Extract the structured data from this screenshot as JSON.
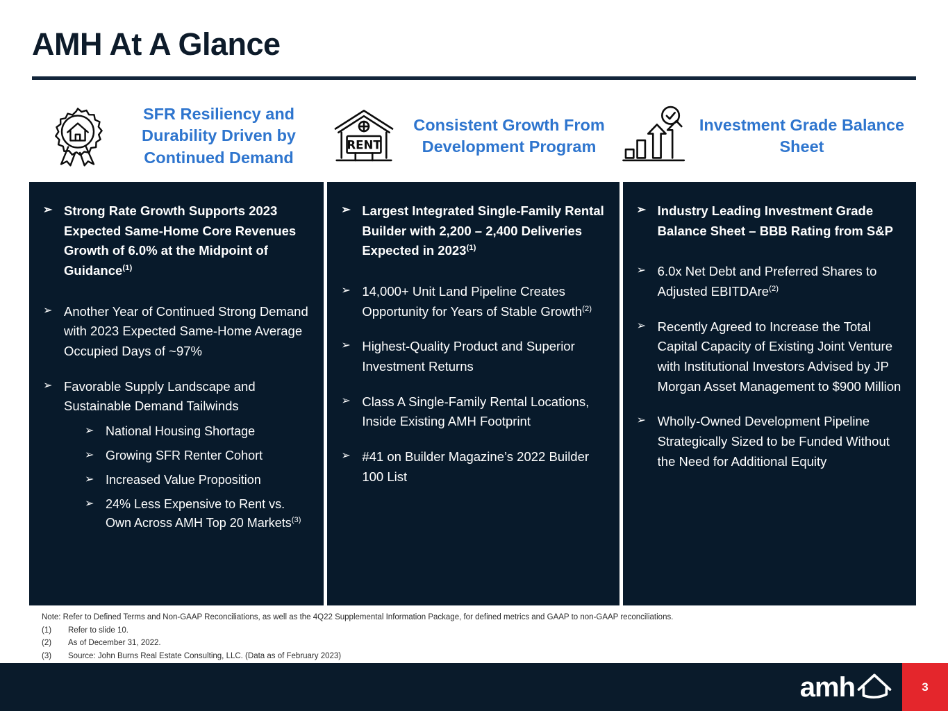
{
  "slide": {
    "title": "AMH At A Glance",
    "page_number": "3",
    "logo_text": "amh",
    "colors": {
      "panel_bg": "#081a2b",
      "heading_blue": "#2E75CE",
      "title_navy": "#0d1b2a",
      "footer_navy": "#0a1b2b",
      "page_red": "#e4262c"
    }
  },
  "columns": [
    {
      "icon": "award-ribbon-house-icon",
      "heading": "SFR Resiliency and Durability Driven by Continued Demand",
      "bullets": [
        {
          "bold": true,
          "text": "Strong Rate Growth Supports 2023 Expected Same-Home Core Revenues Growth of 6.0% at the Midpoint of Guidance",
          "sup": "(1)"
        },
        {
          "bold": false,
          "text": "Another Year of Continued Strong Demand with 2023 Expected Same-Home Average Occupied Days of ~97%",
          "sup": ""
        },
        {
          "bold": false,
          "text": "Favorable Supply Landscape and Sustainable Demand Tailwinds",
          "sup": "",
          "subbullets": [
            {
              "text": "National Housing Shortage",
              "sup": ""
            },
            {
              "text": "Growing SFR Renter Cohort",
              "sup": ""
            },
            {
              "text": "Increased Value Proposition",
              "sup": ""
            },
            {
              "text": "24% Less Expensive to Rent vs. Own Across AMH Top 20 Markets",
              "sup": "(3)"
            }
          ]
        }
      ]
    },
    {
      "icon": "house-rent-sign-icon",
      "heading": "Consistent Growth From Development Program",
      "bullets": [
        {
          "bold": true,
          "text": "Largest Integrated Single-Family Rental Builder with 2,200 – 2,400 Deliveries Expected in 2023",
          "sup": "(1)"
        },
        {
          "bold": false,
          "text": "14,000+ Unit Land Pipeline Creates Opportunity for Years of Stable Growth",
          "sup": "(2)"
        },
        {
          "bold": false,
          "text": "Highest-Quality Product and Superior Investment Returns",
          "sup": ""
        },
        {
          "bold": false,
          "text": "Class A Single-Family Rental Locations, Inside Existing AMH Footprint",
          "sup": ""
        },
        {
          "bold": false,
          "text": "#41 on Builder Magazine’s 2022 Builder 100 List",
          "sup": ""
        }
      ]
    },
    {
      "icon": "growth-bar-chart-check-icon",
      "heading": "Investment Grade Balance Sheet",
      "bullets": [
        {
          "bold": true,
          "text": "Industry Leading Investment Grade Balance Sheet – BBB Rating from S&P",
          "sup": ""
        },
        {
          "bold": false,
          "text": "6.0x Net Debt and Preferred Shares to Adjusted EBITDAre",
          "sup": "(2)"
        },
        {
          "bold": false,
          "text": "Recently Agreed to Increase the Total Capital Capacity of Existing Joint Venture with Institutional Investors Advised by JP Morgan Asset Management to $900 Million",
          "sup": ""
        },
        {
          "bold": false,
          "text": "Wholly-Owned Development Pipeline Strategically Sized to be Funded Without the Need for Additional Equity",
          "sup": ""
        }
      ]
    }
  ],
  "footnotes": {
    "note": "Note: Refer to Defined Terms and Non-GAAP Reconciliations, as well as the 4Q22 Supplemental Information Package, for defined metrics and GAAP to non-GAAP reconciliations.",
    "items": [
      {
        "num": "(1)",
        "text": "Refer to slide 10."
      },
      {
        "num": "(2)",
        "text": "As of December 31, 2022."
      },
      {
        "num": "(3)",
        "text": "Source: John Burns Real Estate Consulting, LLC. (Data as of February 2023)"
      }
    ]
  },
  "bullet_glyph": "➢"
}
